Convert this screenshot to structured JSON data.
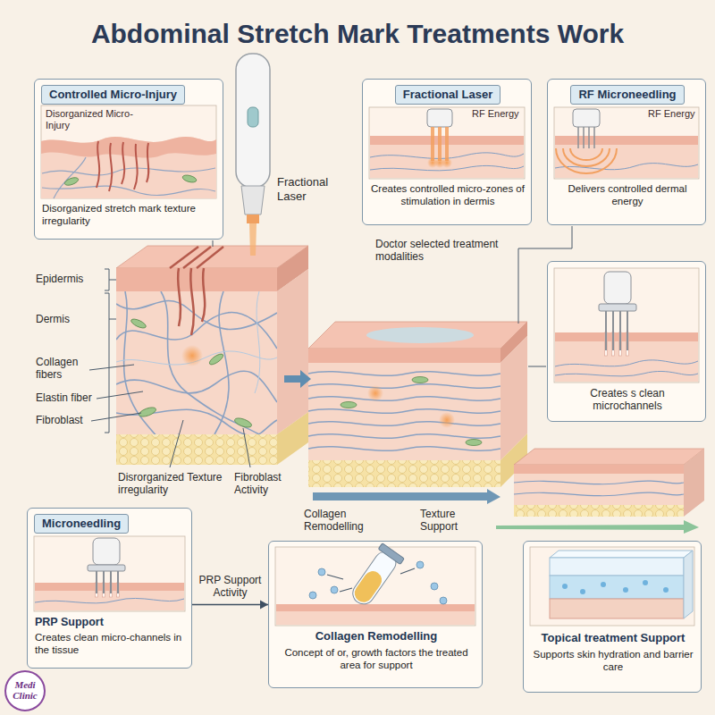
{
  "diagram": {
    "title": "Abdominal Stretch Mark Treatments Work",
    "nodes": [
      {
        "text": [
          "Controlled Micro-Injury",
          "Disorganized Micro-Injury",
          "Disorganized stretch mark texture irregularity"
        ]
      },
      {
        "text": [
          "Fractional Laser",
          "RF Energy",
          "Creates controlled micro-zones of stimulation in dermis"
        ]
      },
      {
        "text": [
          "RF Microneedling",
          "RF Energy",
          "Delivers controlled dermal energy"
        ]
      },
      {
        "text": [
          "Creates s clean microchannels"
        ]
      },
      {
        "text": [
          "Microneedling",
          "PRP Support",
          "Creates clean micro-channels in the tissue"
        ]
      },
      {
        "text": [
          "Collagen Remodelling",
          "Concept of or, growth factors the treated area for support"
        ]
      },
      {
        "text": [
          "Topical treatment Support",
          "Supports skin hydration and barrier care"
        ]
      }
    ],
    "edges": [
      {
        "from": 4,
        "to": 5,
        "arrow": "to",
        "label": "PRP Support Activity"
      }
    ],
    "labels": [
      "Fractional Laser",
      "Doctor selected treatment modalities",
      "Epidermis",
      "Dermis",
      "Collagen fibers",
      "Elastin fiber",
      "Fibroblast",
      "Disrorganized Texture irregularity",
      "Fibroblast Activity",
      "Collagen Remodelling",
      "Texture Support",
      "Medi Clinic"
    ]
  }
}
